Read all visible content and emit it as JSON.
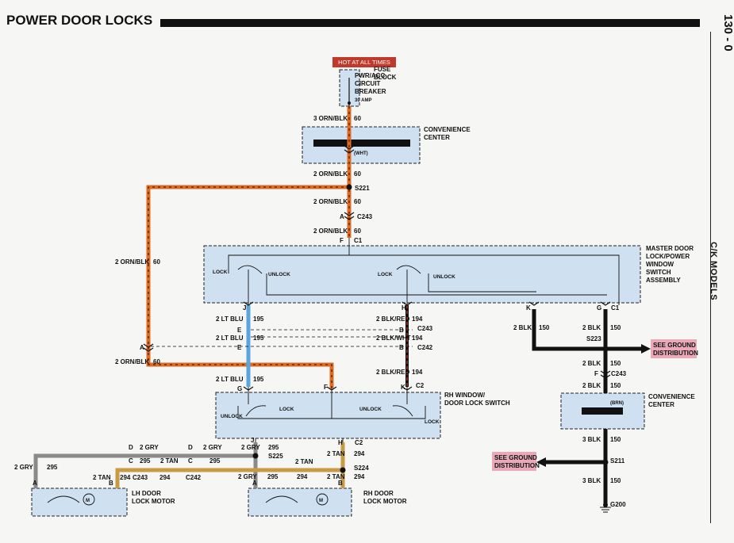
{
  "page": {
    "title": "POWER DOOR LOCKS",
    "page_number": "130 - 0",
    "side_label": "C/K MODELS"
  },
  "diagram": {
    "hot_tag": "HOT AT ALL TIMES",
    "fuse_block": {
      "label": [
        "FUSE",
        "BLOCK"
      ],
      "breaker": [
        "PWR/ACC",
        "CIRCUIT",
        "BREAKER"
      ],
      "rating": "30 AMP"
    },
    "convenience_center_top": {
      "label": [
        "CONVENIENCE",
        "CENTER"
      ],
      "connector": "(WHT)"
    },
    "convenience_center_bottom": {
      "label": [
        "CONVENIENCE",
        "CENTER"
      ],
      "connector": "(BRN)"
    },
    "master_switch": {
      "label": [
        "MASTER DOOR",
        "LOCK/POWER",
        "WINDOW",
        "SWITCH",
        "ASSEMBLY"
      ],
      "lock": "LOCK",
      "unlock": "UNLOCK"
    },
    "rh_switch": {
      "label": [
        "RH WINDOW/",
        "DOOR LOCK SWITCH"
      ],
      "lock": "LOCK",
      "unlock": "UNLOCK"
    },
    "lh_motor": {
      "label": [
        "LH DOOR",
        "LOCK MOTOR"
      ],
      "m": "M"
    },
    "rh_motor": {
      "label": [
        "RH DOOR",
        "LOCK MOTOR"
      ],
      "m": "M"
    },
    "ground_tags": {
      "right": [
        "SEE GROUND",
        "DISTRIBUTION"
      ],
      "left": [
        "SEE GROUND",
        "DISTRIBUTION"
      ]
    },
    "wire_labels": {
      "w3orn": "3 ORN/BLK",
      "n60": "60",
      "w2orn": "2 ORN/BLK",
      "w2ltblu": "2 LT BLU",
      "n195": "195",
      "w2blkred": "2 BLK/RED",
      "n194": "194",
      "w2blkwht": "2 BLK/WHT",
      "w2blk": "2 BLK",
      "n150": "150",
      "w3blk": "3 BLK",
      "w2gry": "2 GRY",
      "n295": "295",
      "w2tan": "2 TAN",
      "n294": "294"
    },
    "splices": {
      "s221": "S221",
      "s223": "S223",
      "s211": "S211",
      "s225": "S225",
      "s224": "S224",
      "g200": "G200"
    },
    "connectors": {
      "c243": "C243",
      "c242": "C242",
      "c1": "C1",
      "c2": "C2"
    },
    "pins": {
      "a": "A",
      "b": "B",
      "c": "C",
      "d": "D",
      "e": "E",
      "f": "F",
      "g": "G",
      "h": "H",
      "j": "J",
      "k": "K"
    },
    "colors": {
      "orn_blk": "#e06a20",
      "lt_blu": "#5aa6dc",
      "blk": "#111111",
      "gry": "#8a8a8a",
      "tan": "#c99a44",
      "box": "#cfe0f0",
      "pink": "#e9a9b9",
      "hot_tag": "#c0392b"
    }
  }
}
